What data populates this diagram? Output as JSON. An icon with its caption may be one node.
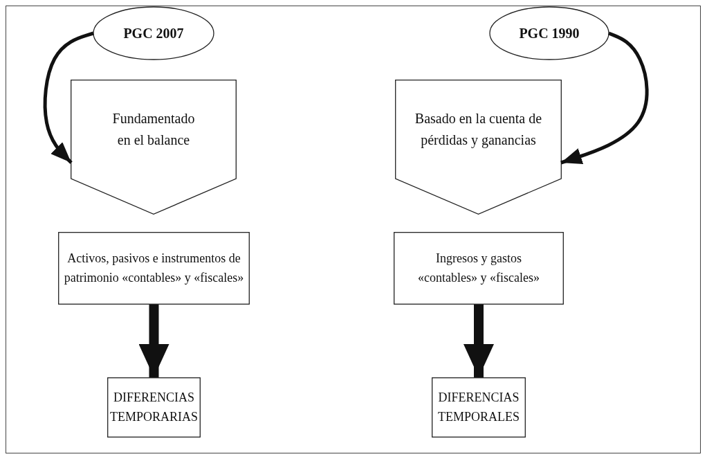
{
  "diagram": {
    "nodes": [
      {
        "text": [
          "PGC 2007"
        ]
      },
      {
        "text": [
          "Fundamentado en el balance"
        ]
      },
      {
        "text": [
          "Activos, pasivos e instrumentos de patrimonio «contables» y «fiscales»"
        ]
      },
      {
        "text": [
          "DIFERENCIAS TEMPORARIAS"
        ]
      },
      {
        "text": [
          "PGC 1990"
        ]
      },
      {
        "text": [
          "Basado en la cuenta de pérdidas y ganancias"
        ]
      },
      {
        "text": [
          "Ingresos y gastos «contables» y «fiscales»"
        ]
      },
      {
        "text": [
          "DIFERENCIAS TEMPORALES"
        ]
      }
    ],
    "edges": [
      {
        "from": 0,
        "to": 1,
        "arrow": "to"
      },
      {
        "from": 2,
        "to": 3,
        "arrow": "to",
        "style": "thick"
      },
      {
        "from": 4,
        "to": 5,
        "arrow": "to"
      },
      {
        "from": 6,
        "to": 7,
        "arrow": "to",
        "style": "thick"
      }
    ]
  }
}
